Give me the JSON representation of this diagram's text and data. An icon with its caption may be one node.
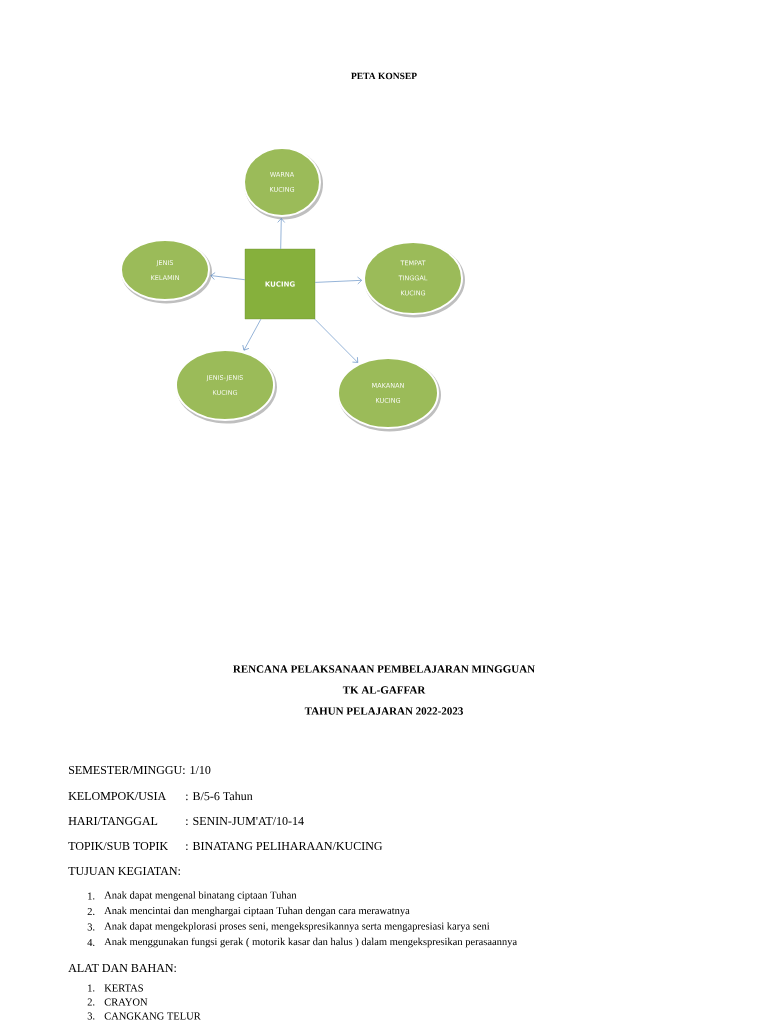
{
  "diagram": {
    "title": "PETA KONSEP",
    "nodes": [
      {
        "text": [
          "WARNA KUCING"
        ]
      },
      {
        "text": [
          "JENIS KELAMIN"
        ]
      },
      {
        "text": [
          "KUCING"
        ]
      },
      {
        "text": [
          "TEMPAT TINGGAL KUCING"
        ]
      },
      {
        "text": [
          "JENIS-JENIS KUCING"
        ]
      },
      {
        "text": [
          "MAKANAN KUCING"
        ]
      }
    ],
    "edges": [
      {
        "from": 2,
        "to": 0,
        "arrow": "to"
      },
      {
        "from": 2,
        "to": 1,
        "arrow": "to"
      },
      {
        "from": 2,
        "to": 3,
        "arrow": "to"
      },
      {
        "from": 2,
        "to": 4,
        "arrow": "to"
      },
      {
        "from": 2,
        "to": 5,
        "arrow": "to"
      }
    ],
    "labels": [
      "RENCANA PELAKSANAAN PEMBELAJARAN MINGGUAN",
      "TK AL-GAFFAR",
      "TAHUN PELAJARAN 2022-2023",
      "SEMESTER/MINGGU",
      ": 1/10",
      "KELOMPOK/USIA",
      ": B/5-6 Tahun",
      "HARI/TANGGAL",
      ": SENIN-JUM'AT/10-14",
      "TOPIK/SUB TOPIK",
      ": BINATANG PELIHARAAN/KUCING",
      "TUJUAN KEGIATAN:",
      "1.",
      "Anak dapat mengenal binatang ciptaan Tuhan",
      "2.",
      "Anak mencintai dan menghargai ciptaan Tuhan dengan cara merawatnya",
      "3.",
      "Anak dapat mengekplorasi proses seni, mengekspresikannya serta mengapresiasi karya seni",
      "4.",
      "Anak menggunakan fungsi gerak ( motorik kasar dan halus ) dalam mengekspresikan perasaannya",
      "ALAT DAN BAHAN:",
      "1.",
      "KERTAS",
      "2.",
      "CRAYON",
      "3.",
      "CANGKANG TELUR"
    ]
  }
}
